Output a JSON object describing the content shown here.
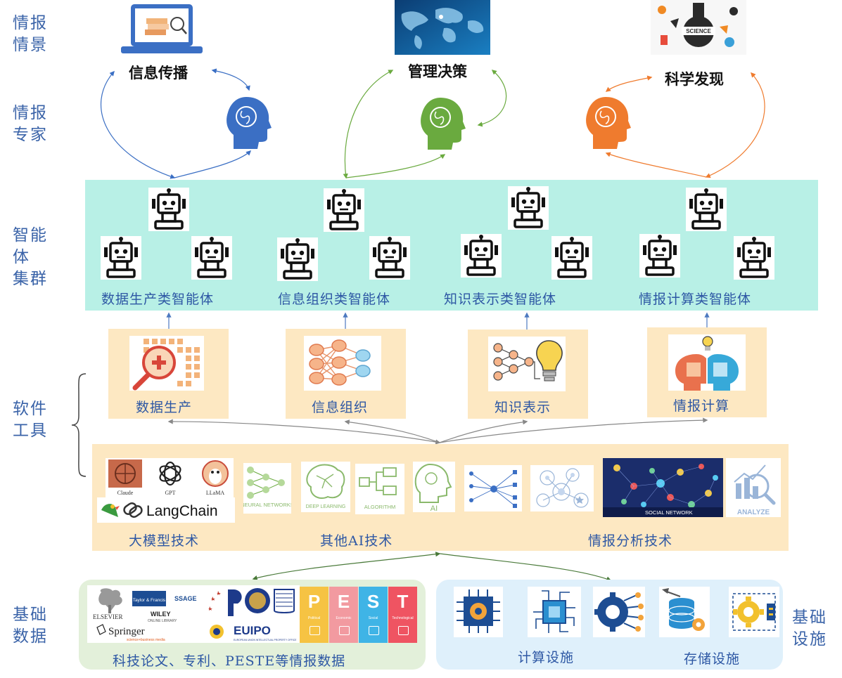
{
  "levels": {
    "scenario": [
      "情报",
      "情景"
    ],
    "expert": [
      "情报",
      "专家"
    ],
    "agents": [
      "智能体",
      "集群"
    ],
    "software": [
      "软件",
      "工具"
    ],
    "data": [
      "基础",
      "数据"
    ],
    "infra": [
      "基础",
      "设施"
    ]
  },
  "scenarios": [
    {
      "label": "信息传播",
      "color": "#3b6fc4"
    },
    {
      "label": "管理决策",
      "color": "#6aaa3f"
    },
    {
      "label": "科学发现",
      "color": "#ef7b2e"
    }
  ],
  "icon_text": {
    "science": "SCIENCE"
  },
  "agents": [
    {
      "label": "数据生产类智能体"
    },
    {
      "label": "信息组织类智能体"
    },
    {
      "label": "知识表示类智能体"
    },
    {
      "label": "情报计算类智能体"
    }
  ],
  "tools": [
    {
      "label": "数据生产"
    },
    {
      "label": "信息组织"
    },
    {
      "label": "知识表示"
    },
    {
      "label": "情报计算"
    }
  ],
  "tech": {
    "llm_label": "大模型技术",
    "ai_label": "其他AI技术",
    "analysis_label": "情报分析技术",
    "llm_logos": {
      "claude": "Claude",
      "gpt": "GPT",
      "llama": "LLaMA",
      "langchain": "LangChain"
    },
    "ai_tiles": [
      "NEURAL NETWORKS",
      "DEEP LEARNING",
      "ALGORITHM",
      "AI"
    ],
    "social_network": "SOCIAL NETWORK",
    "analyze": "ANALYZE"
  },
  "data": {
    "label": "科技论文、专利、PESTE等情报数据",
    "publishers": {
      "elsevier": "ELSEVIER",
      "tf": "Taylor & Francis",
      "sage": "SSAGE",
      "wiley": "WILEY",
      "wiley_sub": "ONLINE LIBRARY",
      "springer": "Springer",
      "springer_sub": "science+business media"
    },
    "euipo": "EUIPO",
    "euipo_sub": "EUROPEAN UNION INTELLECTUAL PROPERTY OFFICE",
    "pest": [
      {
        "letter": "P",
        "word": "Political",
        "color": "#f6c343"
      },
      {
        "letter": "E",
        "word": "Economic",
        "color": "#f29aa0"
      },
      {
        "letter": "S",
        "word": "Social",
        "color": "#3fb4e6"
      },
      {
        "letter": "T",
        "word": "Technological",
        "color": "#ef5462"
      }
    ]
  },
  "infra": {
    "compute_label": "计算设施",
    "storage_label": "存储设施"
  }
}
